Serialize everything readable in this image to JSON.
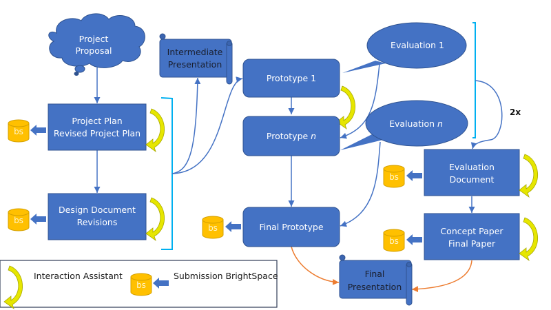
{
  "diagram": {
    "nodes": {
      "project_proposal": {
        "line1": "Project",
        "line2": "Proposal"
      },
      "intermediate_presentation": {
        "line1": "Intermediate",
        "line2": "Presentation"
      },
      "project_plan": {
        "line1": "Project Plan",
        "line2": "Revised Project Plan"
      },
      "design_document": {
        "line1": "Design Document",
        "line2": "Revisions"
      },
      "prototype_1": {
        "label": "Prototype 1"
      },
      "prototype_n": {
        "label": "Prototype ",
        "italic": "n"
      },
      "final_prototype": {
        "label": "Final Prototype"
      },
      "evaluation_1": {
        "label": "Evaluation 1"
      },
      "evaluation_n": {
        "label": "Evaluation ",
        "italic": "n"
      },
      "evaluation_document": {
        "line1": "Evaluation",
        "line2": "Document"
      },
      "concept_paper": {
        "line1": "Concept Paper",
        "line2": "Final Paper"
      },
      "final_presentation": {
        "line1": "Final",
        "line2": "Presentation"
      }
    },
    "bs_label": "bs",
    "repeat_label": "2x",
    "legend": {
      "interaction_assistant": "Interaction Assistant",
      "submission": "Submission BrightSpace"
    },
    "colors": {
      "node_blue": "#4472c4",
      "bracket_cyan": "#00b0f0",
      "orange_connector": "#ed7d31",
      "assistant_yellow": "#e6e600",
      "bs_gold": "#ffc000"
    }
  }
}
